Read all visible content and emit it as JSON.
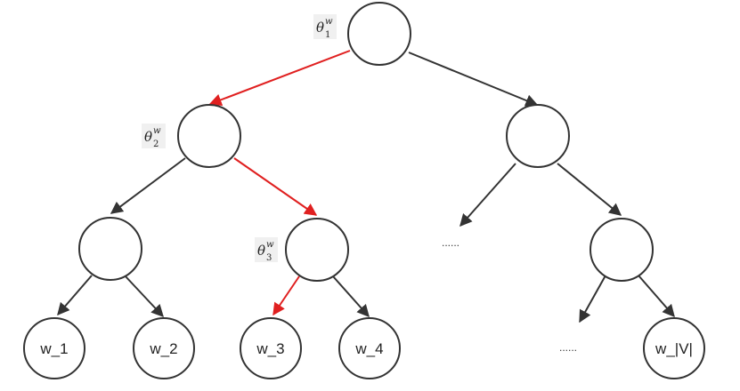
{
  "diagram": {
    "colors": {
      "node_stroke": "#333333",
      "edge_default": "#333333",
      "edge_highlight": "#e02020"
    },
    "leaves": [
      "w_1",
      "w_2",
      "w_3",
      "w_4",
      "w_|V|"
    ],
    "thetas": [
      {
        "main": "θ",
        "sup": "w",
        "sub": "1"
      },
      {
        "main": "θ",
        "sup": "w",
        "sub": "2"
      },
      {
        "main": "θ",
        "sup": "w",
        "sub": "3"
      }
    ],
    "ellipsis_mid": "......",
    "ellipsis_bottom": "......"
  }
}
